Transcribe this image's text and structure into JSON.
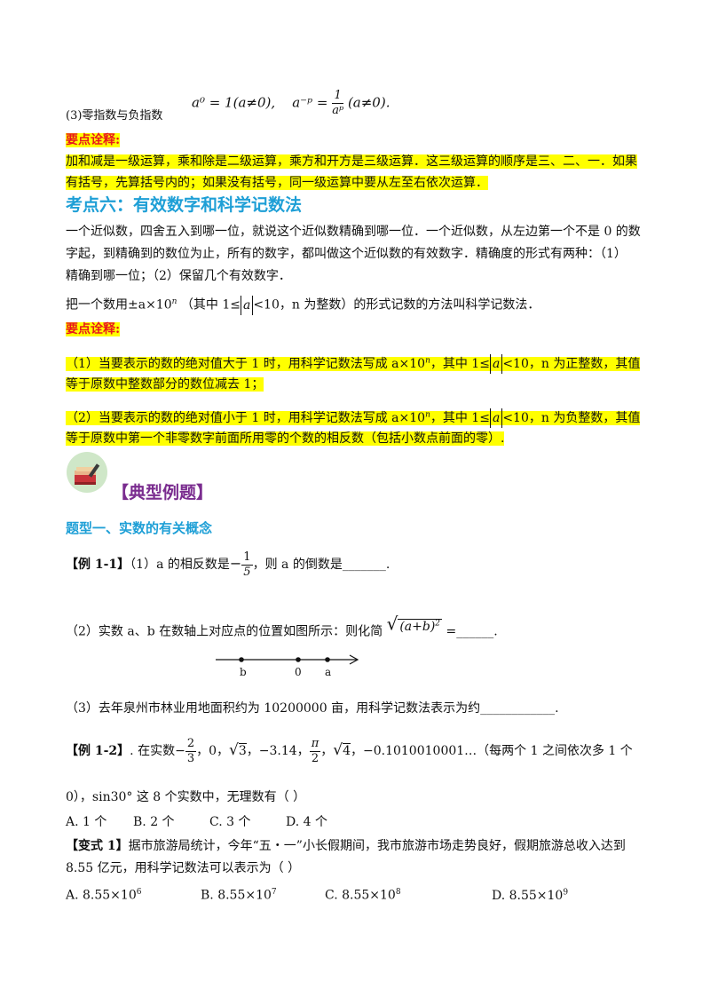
{
  "formula_line": {
    "label": "(3)零指数与负指数",
    "zero_exp": "a⁰ = 1(a≠0),",
    "neg_exp_lhs": "a⁻ᵖ =",
    "neg_exp_num": "1",
    "neg_exp_den": "aᵖ",
    "neg_exp_cond": "(a≠0)."
  },
  "key_note_1": {
    "title": "要点诠释:",
    "line1": "加和减是一级运算，乘和除是二级运算，乘方和开方是三级运算．这三级运算的顺序是三、二、一．如果",
    "line2": "有括号，先算括号内的；如果没有括号，同一级运算中要从左至右依次运算．"
  },
  "section6": {
    "title": "考点六：有效数字和科学记数法",
    "p1_line1": "一个近似数，四舍五入到哪一位，就说这个近似数精确到哪一位．一个近似数，从左边第一个不是 0 的数",
    "p1_line2": "字起，到精确到的数位为止，所有的数字，都叫做这个近似数的有效数字．精确度的形式有两种：（1）",
    "p1_line3": "精确到哪一位；（2）保留几个有效数字．",
    "p2_pre": "把一个数用±a×10",
    "p2_sup": "n",
    "p2_mid": "（其中 1≤",
    "p2_abs": "a",
    "p2_post": "<10，n 为整数）的形式记数的方法叫科学记数法．"
  },
  "key_note_2": {
    "title": "要点诠释:",
    "item1_pre": "（1）当要表示的数的绝对值大于 1 时，用科学记数法写成 a×10",
    "item1_sup": "n",
    "item1_mid": "，其中 1≤",
    "item1_abs": "a",
    "item1_post": "<10，n 为正整数，其值",
    "item1_line2": "等于原数中整数部分的数位减去 1；",
    "item2_pre": "（2）当要表示的数的绝对值小于 1 时，用科学记数法写成 a×10",
    "item2_sup": "n",
    "item2_mid": "，其中 1≤",
    "item2_abs": "a",
    "item2_post": "<10，n 为负整数，其值",
    "item2_line2": "等于原数中第一个非零数字前面所用零的个数的相反数（包括小数点前面的零）."
  },
  "examples_header": "【典型例题】",
  "type1_title": "题型一、实数的有关概念",
  "ex1_1": {
    "label": "【例 1-1】",
    "part1_pre": "（1）a 的相反数是",
    "part1_sign": "−",
    "part1_num": "1",
    "part1_den": "5",
    "part1_post": "，则 a 的倒数是_______.",
    "part2_pre": "（2）实数 a、b 在数轴上对应点的位置如图所示：则化简",
    "part2_radicand": "(a+b)",
    "part2_radicand_sup": "2",
    "part2_post": "=______.",
    "axis_labels": [
      "b",
      "0",
      "a"
    ],
    "part3": "（3）去年泉州市林业用地面积约为 10200000 亩，用科学记数法表示为约____________."
  },
  "ex1_2": {
    "label": "【例 1-2】",
    "text_pre": ". 在实数−",
    "frac1_num": "2",
    "frac1_den": "3",
    "t1": "，0，",
    "sqrt1": "3",
    "t2": "，−3.14，",
    "frac2_num": "π",
    "frac2_den": "2",
    "t3": "，",
    "sqrt2": "4",
    "t4": "，−0.1010010001…（每两个 1 之间依次多 1 个",
    "line2": "0），sin30° 这 8 个实数中，无理数有（    ）",
    "options": [
      "A. 1 个",
      "B. 2 个",
      "C. 3 个",
      "D. 4 个"
    ]
  },
  "variant1": {
    "label": "【变式 1】",
    "line1": "据市旅游局统计，今年“五・一”小长假期间，我市旅游市场走势良好，假期旅游总收入达到",
    "line2": "8.55 亿元，用科学记数法可以表示为（    ）",
    "options": [
      {
        "pre": "A. 8.55×10",
        "sup": "6"
      },
      {
        "pre": "B. 8.55×10",
        "sup": "7"
      },
      {
        "pre": "C. 8.55×10",
        "sup": "8"
      },
      {
        "pre": "D. 8.55×10",
        "sup": "9"
      }
    ]
  }
}
